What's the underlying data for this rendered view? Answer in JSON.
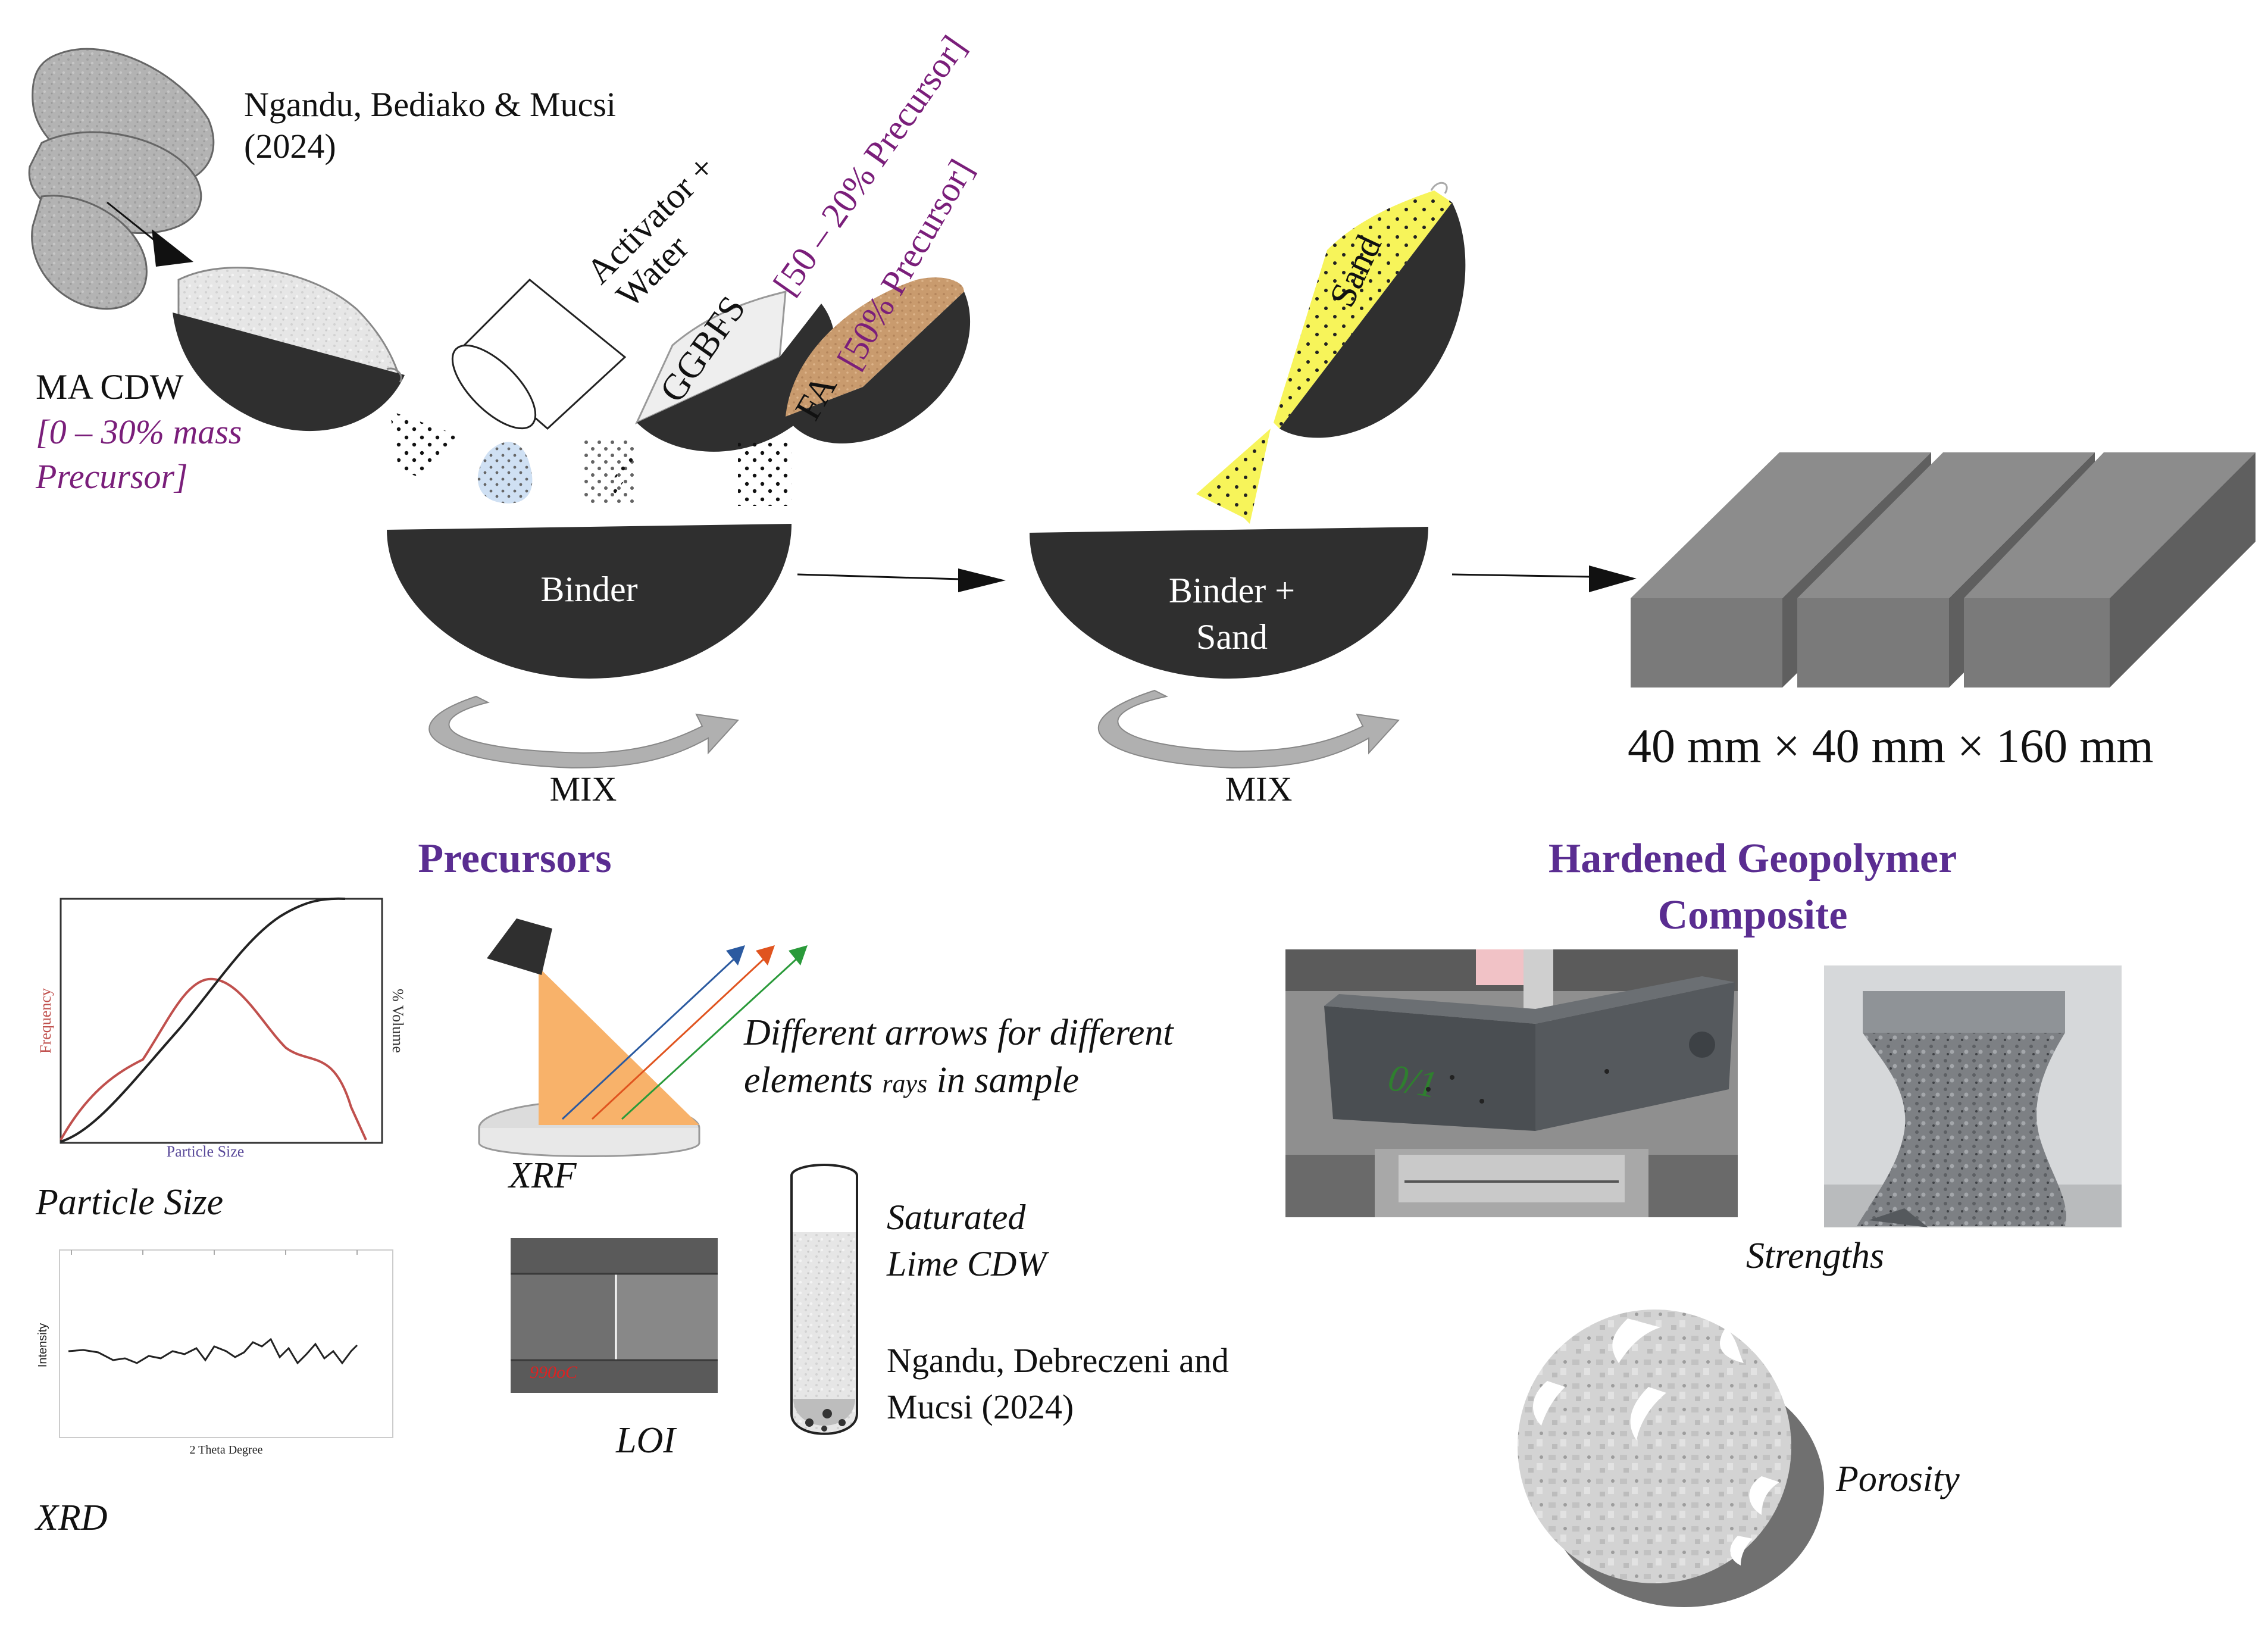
{
  "citation_top": {
    "line1": "Ngandu, Bediako & Mucsi",
    "line2": "(2024)"
  },
  "ma_cdw": {
    "label": "MA CDW",
    "pct_line1": "[0 – 30% mass",
    "pct_line2": "Precursor]"
  },
  "activator": {
    "line1": "Activator +",
    "line2": "Water"
  },
  "ggbfs": {
    "label": "GGBFS",
    "pct": "[50 – 20% Precursor]"
  },
  "fa": {
    "label": "FA",
    "pct": "[50% Precursor]"
  },
  "sand_label": "Sand",
  "bowl1": {
    "label": "Binder",
    "mix": "MIX"
  },
  "bowl2": {
    "line1": "Binder +",
    "line2": "Sand",
    "mix": "MIX"
  },
  "prisms": {
    "dimensions": "40 mm × 40 mm × 160 mm"
  },
  "precursors_heading": "Precursors",
  "psd_chart": {
    "y_left": "Frequency",
    "y_right": "% Volume",
    "x": "Particle Size",
    "caption": "Particle Size"
  },
  "xrd_chart": {
    "y": "Intensity",
    "x": "2 Theta Degree",
    "caption": "XRD"
  },
  "xrf": {
    "caption": "XRF",
    "note_line1": "Different arrows for different",
    "note_line2_a": "elements ",
    "note_line2_rays": "rays",
    "note_line2_b": " in sample"
  },
  "loi": {
    "temp": "990oC",
    "caption": "LOI"
  },
  "lime": {
    "line1": "Saturated",
    "line2": "Lime CDW",
    "cite_line1": "Ngandu, Debreczeni and",
    "cite_line2": "Mucsi (2024)"
  },
  "hardened": {
    "line1": "Hardened Geopolymer",
    "line2": "Composite"
  },
  "photo_label": "0/1",
  "strengths_caption": "Strengths",
  "porosity_caption": "Porosity",
  "colors": {
    "purple": "#5a2d91",
    "magenta": "#7a1e7a",
    "bowl": "#2f2f2f",
    "sand": "#f5f35a",
    "fa": "#c99b6e",
    "xrf_beam": "#f8b26a"
  }
}
